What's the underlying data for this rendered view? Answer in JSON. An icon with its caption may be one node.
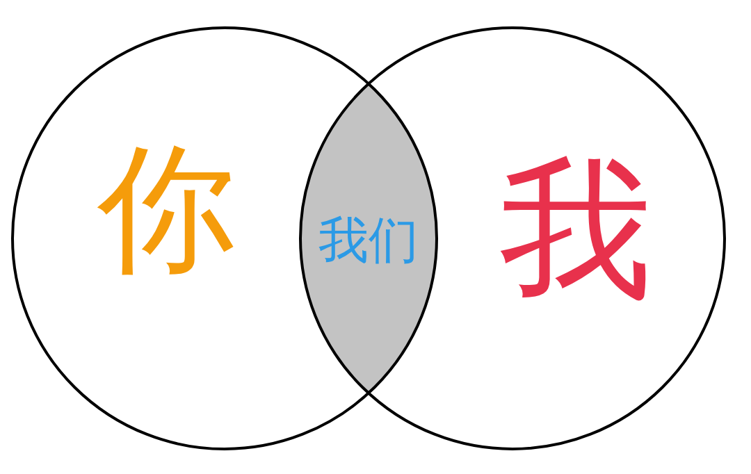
{
  "diagram": {
    "nodes": [
      {
        "text": [
          "你"
        ]
      },
      {
        "text": [
          "我们"
        ]
      },
      {
        "text": [
          "我"
        ]
      }
    ]
  }
}
